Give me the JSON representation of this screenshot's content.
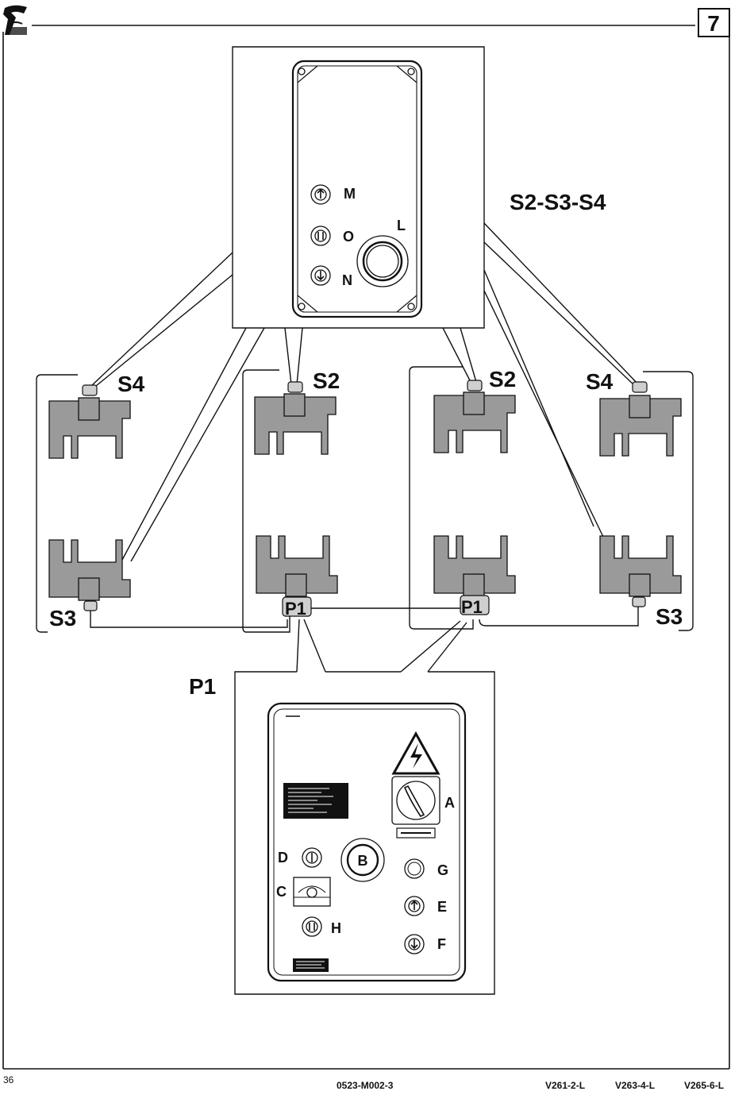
{
  "header": {
    "page_badge": "7"
  },
  "diagram": {
    "group_label": "S2-S3-S4",
    "remote": {
      "btn_m": "M",
      "btn_o": "O",
      "btn_n": "N",
      "stop_l": "L"
    },
    "columns": {
      "left_top": "S4",
      "left_bottom": "S3",
      "midleft_top": "S2",
      "midright_top": "S2",
      "right_top": "S4",
      "right_bottom": "S3",
      "junction_left": "P1",
      "junction_right": "P1"
    },
    "panel": {
      "title": "P1",
      "a": "A",
      "b": "B",
      "c": "C",
      "d": "D",
      "e": "E",
      "f": "F",
      "g": "G",
      "h": "H"
    }
  },
  "footer": {
    "page_number": "36",
    "doc_code": "0523-M002-3",
    "model_1": "V261-2-L",
    "model_2": "V263-4-L",
    "model_3": "V265-6-L"
  }
}
